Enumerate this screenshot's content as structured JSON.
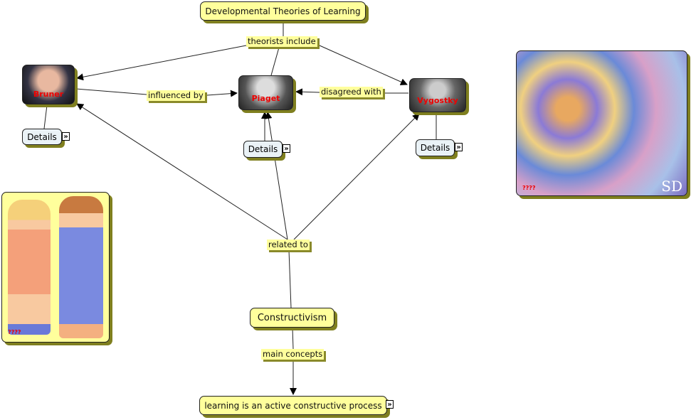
{
  "title": "Developmental Theories of Learning",
  "links": {
    "theorists_include": "theorists include",
    "influenced_by": "influenced by",
    "disagreed_with": "disagreed with",
    "related_to": "related to",
    "main_concepts": "main concepts"
  },
  "theorists": [
    {
      "name": "Bruner",
      "details": "Details"
    },
    {
      "name": "Piaget",
      "details": "Details"
    },
    {
      "name": "Vygostky",
      "details": "Details"
    }
  ],
  "constructivism": "Constructivism",
  "concept": "learning is an active constructive process",
  "images": {
    "children_caption": "????",
    "art_caption": "????",
    "art_signature": "SD"
  },
  "colors": {
    "node": "#ffff9c",
    "shadow": "#7f7f1f",
    "person_label": "#e00000",
    "details": "#eaf2f6"
  }
}
